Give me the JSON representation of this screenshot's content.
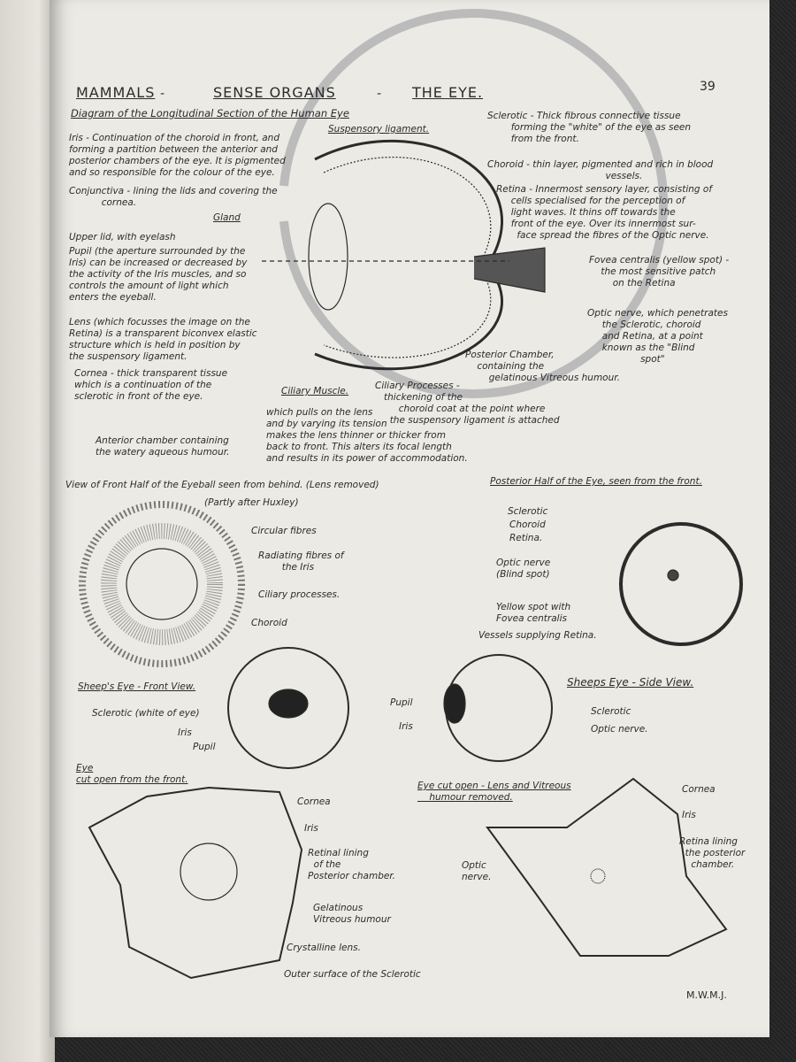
{
  "page_number": "39",
  "header": {
    "part1": "MAMMALS",
    "sep1": "-",
    "part2": "SENSE ORGANS",
    "sep2": "-",
    "part3": "THE EYE."
  },
  "section1": {
    "title": "Diagram of the Longitudinal Section of the Human Eye",
    "labels": {
      "iris": "Iris - Continuation of the choroid in front, and\nforming a partition between the anterior and\nposterior chambers of the eye. It is pigmented\nand so responsible for the colour of the eye.",
      "conjunctiva": "Conjunctiva - lining the lids and covering the\n           cornea.",
      "gland": "Gland",
      "upper_lid": "Upper lid, with eyelash",
      "pupil": "Pupil (the aperture surrounded by the\nIris) can be increased or decreased by\nthe activity of the Iris muscles, and so\ncontrols the amount of light which\nenters the eyeball.",
      "lens": "Lens (which focusses the image on the\nRetina) is a transparent biconvex elastic\nstructure which is held in position by\nthe suspensory ligament.",
      "cornea": "Cornea - thick transparent tissue\nwhich is a continuation of the\nsclerotic in front of the eye.",
      "anterior_chamber": "Anterior chamber containing\nthe watery aqueous humour.",
      "suspensory": "Suspensory ligament.",
      "sclerotic": "Sclerotic - Thick fibrous connective tissue\n        forming the \"white\" of the eye as seen\n        from the front.",
      "choroid": "Choroid - thin layer, pigmented and rich in blood\n                                        vessels.",
      "retina": "Retina - Innermost sensory layer, consisting of\n     cells specialised for the perception of\n     light waves. It thins off towards the\n     front of the eye. Over its innermost sur-\n       face spread the fibres of the Optic nerve.",
      "fovea": "Fovea centralis (yellow spot) -\n    the most sensitive patch\n        on the Retina",
      "optic_nerve": "Optic nerve, which penetrates\n     the Sclerotic, choroid\n     and Retina, at a point\n     known as the \"Blind\n                  spot\"",
      "posterior_chamber": "Posterior Chamber,\n    containing the\n        gelatinous Vitreous humour.",
      "ciliary_muscle": "Ciliary Muscle.",
      "ciliary_muscle_desc": "which pulls on the lens\nand by varying its tension\nmakes the lens thinner or thicker from\nback to front. This alters its focal length\nand results in its power of accommodation.",
      "ciliary_processes": "Ciliary Processes -\n   thickening of the\n        choroid coat at the point where\n     the suspensory ligament is attached"
    }
  },
  "section2": {
    "title": "View of Front Half of the Eyeball seen from behind. (Lens removed)",
    "subtitle": "(Partly after Huxley)",
    "labels": [
      "Circular fibres",
      "Radiating fibres of\n        the Iris",
      "Ciliary processes.",
      "Choroid"
    ]
  },
  "section3": {
    "title": "Posterior Half of the Eye, seen from the front.",
    "labels": [
      "Sclerotic",
      "Choroid",
      "Retina.",
      "Optic nerve\n(Blind spot)",
      "Yellow spot with\nFovea centralis",
      "Vessels supplying Retina."
    ]
  },
  "section4": {
    "title": "Sheep's Eye - Front View.",
    "labels": [
      "Sclerotic (white of eye)",
      "Iris",
      "Pupil"
    ]
  },
  "section5": {
    "title": "Sheeps Eye - Side View.",
    "labels": [
      "Pupil",
      "Iris",
      "Sclerotic",
      "Optic nerve."
    ]
  },
  "section6": {
    "title": "Eye\ncut open from the front.",
    "labels": [
      "Cornea",
      "Iris",
      "Retinal lining\n  of the\nPosterior chamber.",
      "Gelatinous\nVitreous humour",
      "Crystalline lens.",
      "Outer surface of the Sclerotic"
    ]
  },
  "section7": {
    "title": "Eye cut open - Lens and Vitreous\n    humour removed.",
    "labels": [
      "Cornea",
      "Iris",
      "Retina lining\n  the posterior\n    chamber.",
      "Optic\nnerve."
    ]
  },
  "signature": "M.W.M.J.",
  "colors": {
    "paper": "#ebeae4",
    "ink": "#2b2b2b",
    "background": "#262626"
  }
}
